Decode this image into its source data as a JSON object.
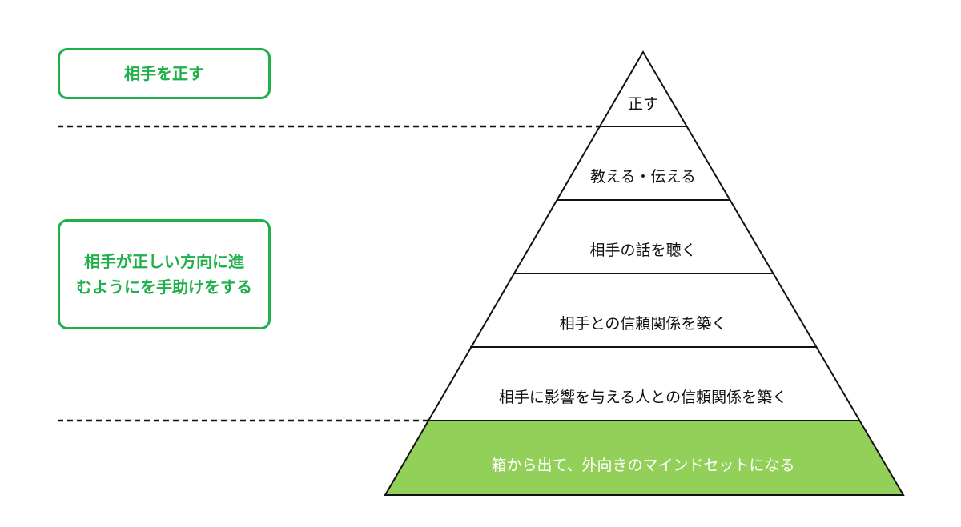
{
  "colors": {
    "accent_green": "#1fb04b",
    "base_fill": "#92d05a",
    "line": "#111111",
    "text": "#111111",
    "base_text": "#ffffff"
  },
  "side_labels": {
    "top": "相手を正す",
    "middle_line1": "相手が正しい方向に進",
    "middle_line2": "むようにを手助けをする"
  },
  "pyramid_levels": [
    "正す",
    "教える・伝える",
    "相手の話を聴く",
    "相手との信頼関係を築く",
    "相手に影響を与える人との信頼関係を築く",
    "箱から出て、外向きのマインドセットになる"
  ]
}
